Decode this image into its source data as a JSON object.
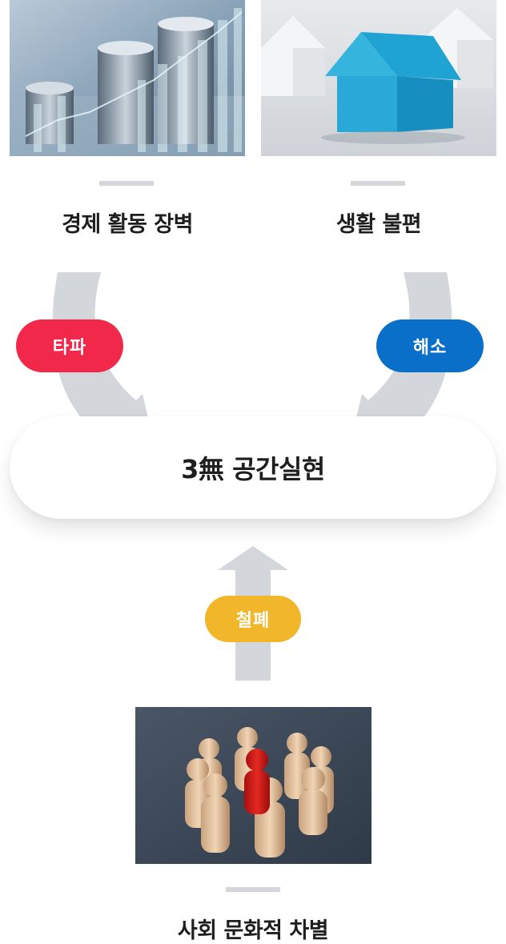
{
  "colors": {
    "arrow": "#d3d6db",
    "pill_red": "#f2284a",
    "pill_blue": "#0a6fc9",
    "pill_yellow": "#f2b62b"
  },
  "images": [
    {
      "name": "coins-chart-photo",
      "icon": "coins-growth-chart"
    },
    {
      "name": "blue-house-photo",
      "icon": "blue-house"
    },
    {
      "name": "people-figures-photo",
      "icon": "wooden-people-figures"
    }
  ],
  "captions": {
    "economic": "경제 활동 장벽",
    "living": "생활 불편",
    "social": "사회 문화적 차별"
  },
  "pills": {
    "break": "타파",
    "resolve": "해소",
    "abolish": "철폐"
  },
  "center": {
    "label": "3無 공간실현"
  }
}
